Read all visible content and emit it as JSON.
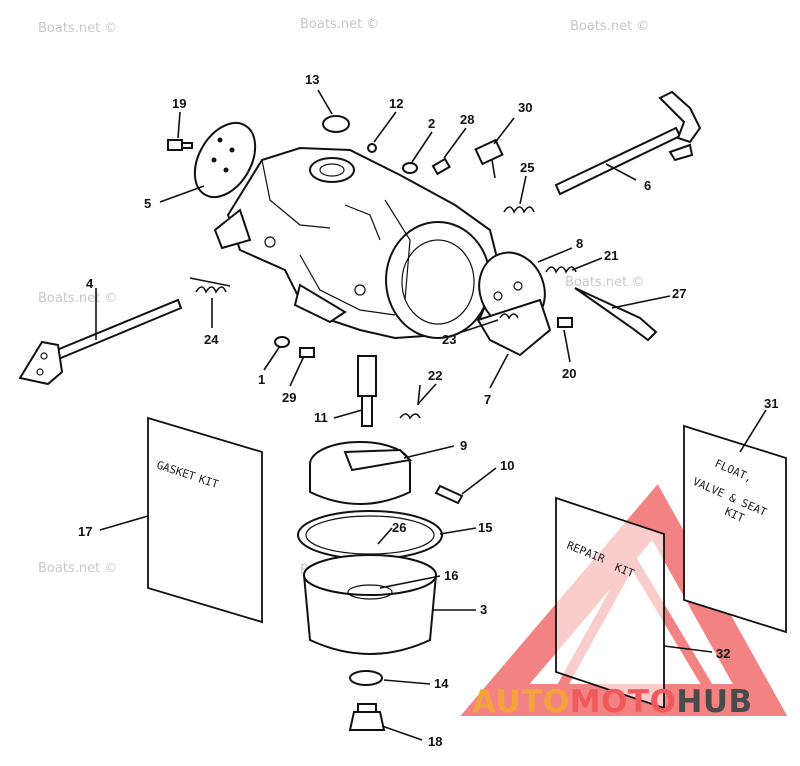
{
  "watermark": "Boats.net ©",
  "brand": {
    "part1": "AUTO",
    "part2": "MOTO",
    "part3": "HUB",
    "accent": "#ef5a5a",
    "orange": "#f4a23c"
  },
  "kits": {
    "gasket": [
      "GASKET",
      "KIT"
    ],
    "repair": [
      "REPAIR",
      "KIT"
    ],
    "float": [
      "FLOAT,",
      "VALVE & SEAT",
      "KIT"
    ]
  },
  "callouts": [
    "13",
    "12",
    "19",
    "2",
    "28",
    "30",
    "5",
    "25",
    "6",
    "4",
    "24",
    "8",
    "21",
    "27",
    "23",
    "1",
    "29",
    "22",
    "20",
    "7",
    "11",
    "9",
    "10",
    "31",
    "17",
    "26",
    "15",
    "16",
    "3",
    "32",
    "14",
    "18"
  ]
}
